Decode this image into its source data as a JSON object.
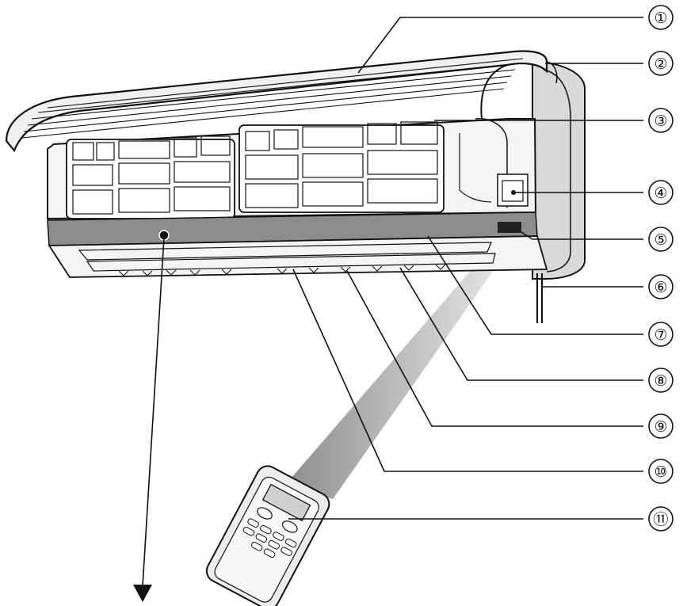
{
  "diagram": {
    "callouts": [
      {
        "id": 1,
        "label": "①"
      },
      {
        "id": 2,
        "label": "②"
      },
      {
        "id": 3,
        "label": "③"
      },
      {
        "id": 4,
        "label": "④"
      },
      {
        "id": 5,
        "label": "⑤"
      },
      {
        "id": 6,
        "label": "⑥"
      },
      {
        "id": 7,
        "label": "⑦"
      },
      {
        "id": 8,
        "label": "⑧"
      },
      {
        "id": 9,
        "label": "⑨"
      },
      {
        "id": 10,
        "label": "⑩"
      },
      {
        "id": 11,
        "label": "⑪"
      }
    ],
    "colors": {
      "line": "#111111",
      "panel_fill": "#f2f2f2",
      "display_strip": "#8c8c8c",
      "beam": "#9a9a9a",
      "remote_fill": "#ececec"
    },
    "icons": [
      "air-conditioner-indoor-unit",
      "remote-controller",
      "signal-beam",
      "airflow-arrow"
    ]
  }
}
